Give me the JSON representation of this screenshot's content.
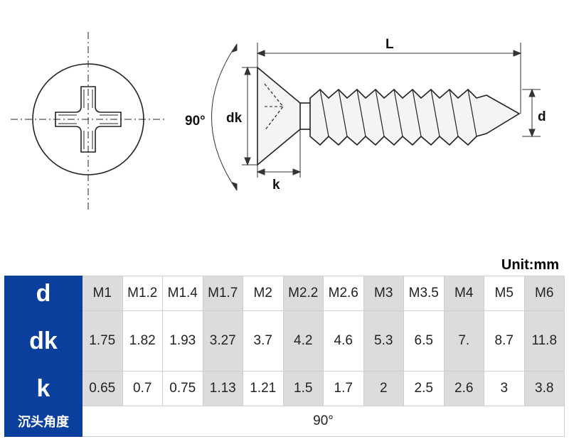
{
  "diagram": {
    "labels": {
      "length": "L",
      "diameter": "d",
      "head_diameter": "dk",
      "head_height": "k",
      "angle": "90°"
    }
  },
  "unit": "Unit:mm",
  "table": {
    "rows": [
      {
        "header": "d",
        "cells": [
          "M1",
          "M1.2",
          "M1.4",
          "M1.7",
          "M2",
          "M2.2",
          "M2.6",
          "M3",
          "M3.5",
          "M4",
          "M5",
          "M6"
        ]
      },
      {
        "header": "dk",
        "cells": [
          "1.75",
          "1.82",
          "1.93",
          "3.27",
          "3.7",
          "4.2",
          "4.6",
          "5.3",
          "6.5",
          "7.",
          "8.7",
          "11.8"
        ]
      },
      {
        "header": "k",
        "cells": [
          "0.65",
          "0.7",
          "0.75",
          "1.13",
          "1.21",
          "1.5",
          "1.7",
          "2",
          "2.5",
          "2.6",
          "3",
          "3.8"
        ]
      },
      {
        "header": "沉头角度",
        "value": "90°"
      }
    ],
    "shaded_columns": [
      0,
      3,
      5,
      7,
      9,
      11
    ],
    "colors": {
      "header_bg": "#0a3f9e",
      "header_text": "#ffffff",
      "shade": "#dcdcdc"
    }
  }
}
